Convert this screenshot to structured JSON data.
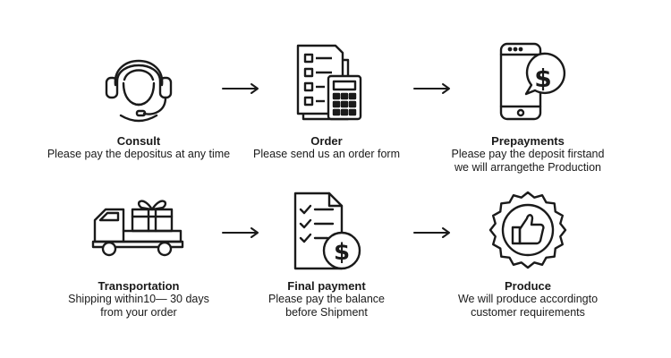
{
  "steps": [
    {
      "title": "Consult",
      "desc": [
        "Please pay the depositus at any time"
      ],
      "icon": "headset-agent-icon"
    },
    {
      "title": "Order",
      "desc": [
        "Please send us an order form"
      ],
      "icon": "order-form-calculator-icon"
    },
    {
      "title": "Prepayments",
      "desc": [
        "Please pay the deposit firstand",
        "we will arrangethe Production"
      ],
      "icon": "phone-dollar-icon"
    },
    {
      "title": "Transportation",
      "desc": [
        "Shipping within10— 30 days",
        "from your order"
      ],
      "icon": "delivery-truck-gift-icon"
    },
    {
      "title": "Final payment",
      "desc": [
        "Please pay the balance",
        "before Shipment"
      ],
      "icon": "document-dollar-icon"
    },
    {
      "title": "Produce",
      "desc": [
        "We will produce accordingto",
        "customer requirements"
      ],
      "icon": "thumbs-up-badge-icon"
    }
  ],
  "arrow_icon": "right-arrow-icon",
  "colors": {
    "ink": "#1a1a1a",
    "background": "#ffffff"
  }
}
